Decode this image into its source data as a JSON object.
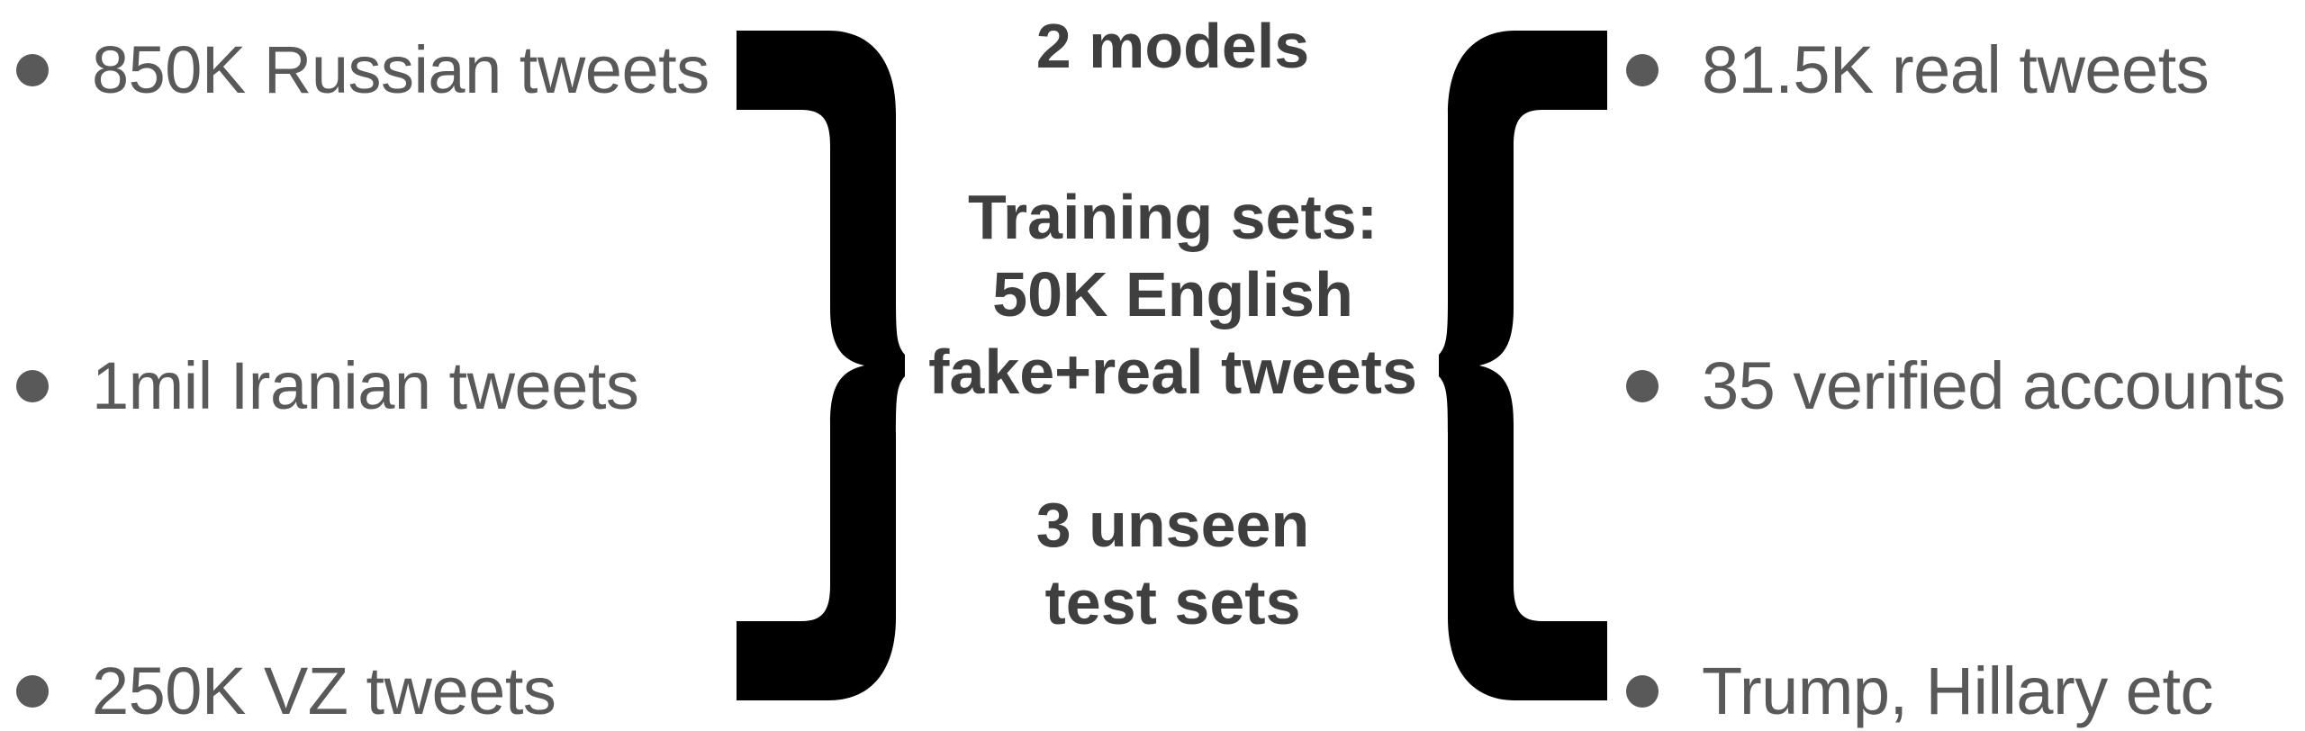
{
  "colors": {
    "background": "#ffffff",
    "bullet_text": "#595959",
    "bullet_dot": "#595959",
    "center_text": "#3f3f3f",
    "brace": "#000000"
  },
  "left_column": {
    "name": "source-datasets",
    "items": [
      {
        "bullet": "bullet-dot",
        "label": "850K Russian tweets"
      },
      {
        "bullet": "bullet-dot",
        "label": "1mil Iranian tweets"
      },
      {
        "bullet": "bullet-dot",
        "label": "250K VZ tweets"
      }
    ]
  },
  "right_column": {
    "name": "evaluation-datasets",
    "items": [
      {
        "bullet": "bullet-dot",
        "label": "81.5K real tweets"
      },
      {
        "bullet": "bullet-dot",
        "label": "35 verified accounts"
      },
      {
        "bullet": "bullet-dot",
        "label": "Trump, Hillary etc"
      }
    ]
  },
  "braces": {
    "left": {
      "icon": "curly-brace-right-icon",
      "glyph": "}"
    },
    "right": {
      "icon": "curly-brace-left-icon",
      "glyph": "{"
    }
  },
  "center": {
    "models": {
      "line1": "2 models"
    },
    "training": {
      "line1": "Training sets:",
      "line2": "50K English",
      "line3": "fake+real tweets"
    },
    "test": {
      "line1": "3 unseen",
      "line2": "test sets"
    }
  }
}
